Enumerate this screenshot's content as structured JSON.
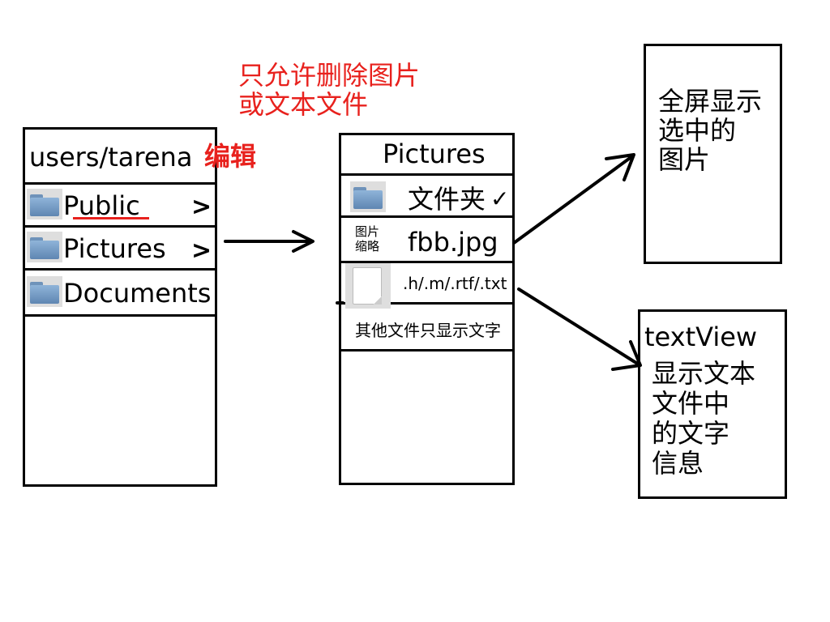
{
  "annotation_top": {
    "line1": "只允许删除图片",
    "line2": "或文本文件"
  },
  "left_panel": {
    "header": {
      "path": "users/tarena",
      "edit_label": "编辑"
    },
    "rows": [
      {
        "label": "Public",
        "chevron": ">",
        "icon": "folder-icon"
      },
      {
        "label": "Pictures",
        "chevron": ">",
        "icon": "folder-icon"
      },
      {
        "label": "Documents",
        "icon": "folder-icon"
      }
    ]
  },
  "middle_panel": {
    "header": {
      "title": "Pictures"
    },
    "rows": [
      {
        "label": "文件夹",
        "check": "✓",
        "icon": "folder-icon"
      },
      {
        "thumb_line1": "图片",
        "thumb_line2": "缩略",
        "label": "fbb.jpg"
      },
      {
        "label": ".h/.m/.rtf/.txt",
        "icon": "document-icon"
      },
      {
        "label": "其他文件只显示文字"
      }
    ]
  },
  "image_view_box": {
    "line1": "全屏显示",
    "line2": "选中的",
    "line3": "图片"
  },
  "text_view_box": {
    "title": "textView",
    "line1": "显示文本",
    "line2": "文件中",
    "line3": "的文字",
    "line4": "信息"
  },
  "colors": {
    "annotation": "#e8211d",
    "folder": "#6f93ba",
    "underline": "#e8211d"
  }
}
